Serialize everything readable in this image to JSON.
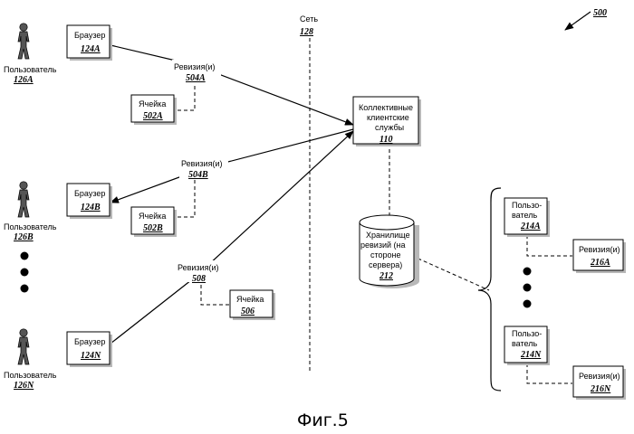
{
  "figure_number": "500",
  "caption": "Фиг.5",
  "network": {
    "label": "Сеть",
    "ref": "128"
  },
  "users_left": [
    {
      "label": "Пользователь",
      "ref": "126A"
    },
    {
      "label": "Пользователь",
      "ref": "126B"
    },
    {
      "label": "Пользователь",
      "ref": "126N"
    }
  ],
  "browsers": [
    {
      "label": "Браузер",
      "ref": "124A"
    },
    {
      "label": "Браузер",
      "ref": "124B"
    },
    {
      "label": "Браузер",
      "ref": "124N"
    }
  ],
  "cells": [
    {
      "label": "Ячейка",
      "ref": "502A"
    },
    {
      "label": "Ячейка",
      "ref": "502B"
    },
    {
      "label": "Ячейка",
      "ref": "506"
    }
  ],
  "revisions": [
    {
      "label": "Ревизия(и)",
      "ref": "504A"
    },
    {
      "label": "Ревизия(и)",
      "ref": "504B"
    },
    {
      "label": "Ревизия(и)",
      "ref": "508"
    }
  ],
  "service": {
    "line1": "Коллективные",
    "line2": "клиентские",
    "line3": "службы",
    "ref": "110"
  },
  "storage": {
    "line1": "Хранилище",
    "line2": "ревизий (на",
    "line3": "стороне",
    "line4": "сервера)",
    "ref": "212"
  },
  "users_right": [
    {
      "line1": "Пользо-",
      "line2": "ватель",
      "ref": "214A"
    },
    {
      "line1": "Пользо-",
      "line2": "ватель",
      "ref": "214N"
    }
  ],
  "revisions_right": [
    {
      "label": "Ревизия(и)",
      "ref": "216A"
    },
    {
      "label": "Ревизия(и)",
      "ref": "216N"
    }
  ]
}
